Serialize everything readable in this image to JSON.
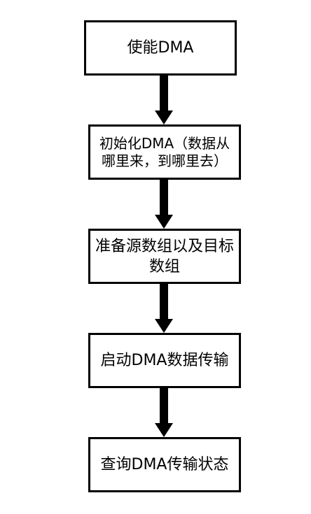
{
  "flowchart": {
    "steps": [
      {
        "label": "使能DMA"
      },
      {
        "label": "初始化DMA（数据从哪里来，到哪里去）"
      },
      {
        "label": "准备源数组以及目标数组"
      },
      {
        "label": "启动DMA数据传输"
      },
      {
        "label": "查询DMA传输状态"
      }
    ]
  },
  "colors": {
    "stroke": "#000000",
    "background": "#ffffff"
  }
}
